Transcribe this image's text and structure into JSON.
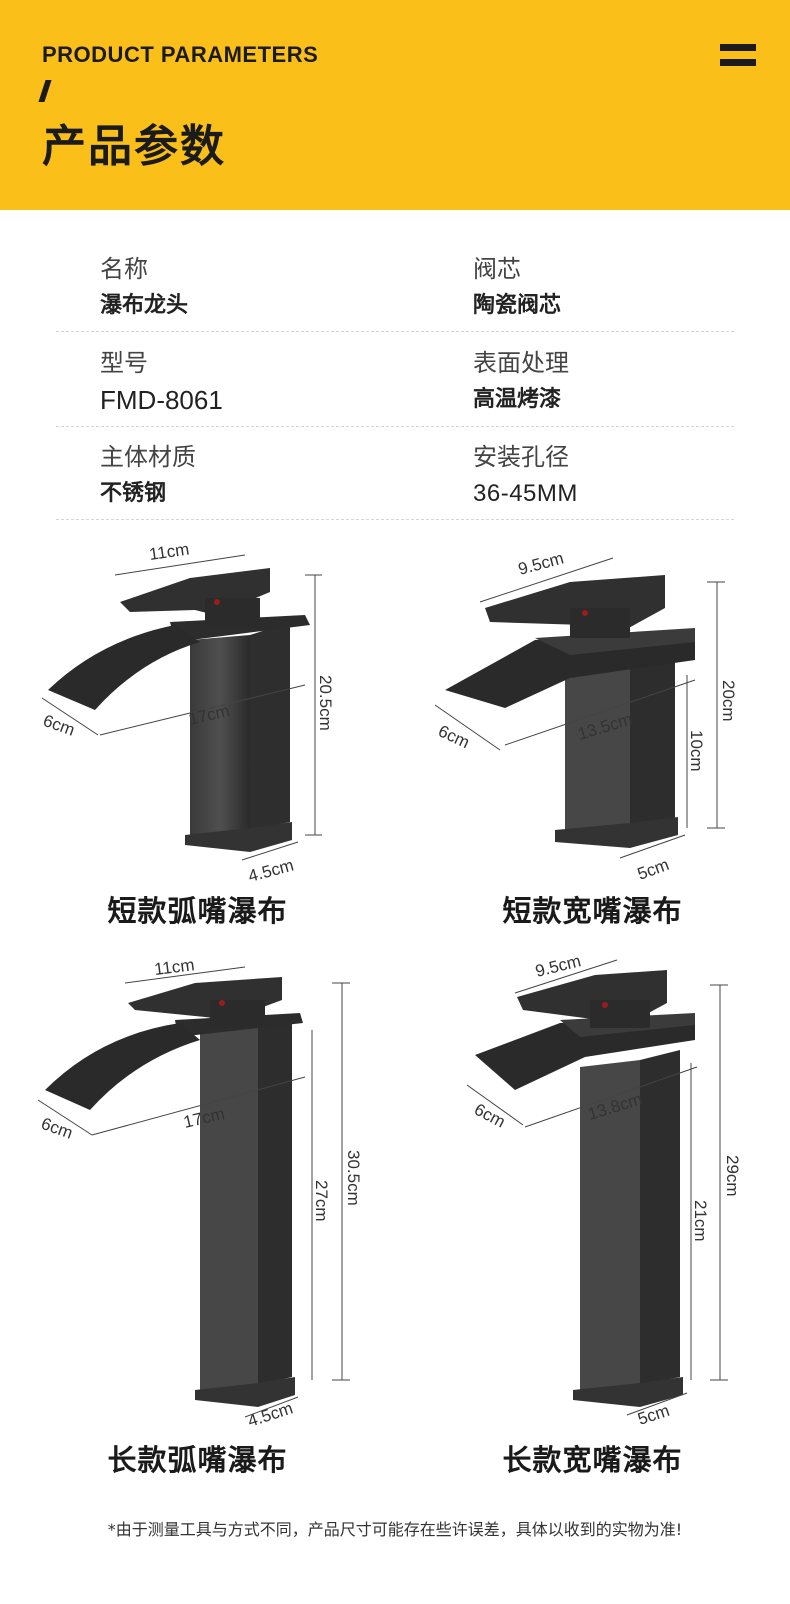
{
  "header": {
    "eyebrow": "PRODUCT PARAMETERS",
    "title": "产品参数",
    "accent_color": "#fbbf1a"
  },
  "params": [
    {
      "label": "名称",
      "value": "瀑布龙头"
    },
    {
      "label": "阀芯",
      "value": "陶瓷阀芯"
    },
    {
      "label": "型号",
      "value": "FMD-8061"
    },
    {
      "label": "表面处理",
      "value": "高温烤漆"
    },
    {
      "label": "主体材质",
      "value": "不锈钢"
    },
    {
      "label": "安装孔径",
      "value": "36-45MM"
    }
  ],
  "products": [
    {
      "caption": "短款弧嘴瀑布",
      "dims": {
        "handle": "11cm",
        "spout_width": "6cm",
        "spout_length": "17cm",
        "height": "20.5cm",
        "base": "4.5cm"
      }
    },
    {
      "caption": "短款宽嘴瀑布",
      "dims": {
        "handle": "9.5cm",
        "spout_width": "6cm",
        "spout_length": "13.5cm",
        "height": "20cm",
        "body": "10cm",
        "base": "5cm"
      }
    },
    {
      "caption": "长款弧嘴瀑布",
      "dims": {
        "handle": "11cm",
        "spout_width": "6cm",
        "spout_length": "17cm",
        "height": "30.5cm",
        "body": "27cm",
        "base": "4.5cm"
      }
    },
    {
      "caption": "长款宽嘴瀑布",
      "dims": {
        "handle": "9.5cm",
        "spout_width": "6cm",
        "spout_length": "13.8cm",
        "height": "29cm",
        "body": "21cm",
        "base": "5cm"
      }
    }
  ],
  "footnote": "*由于测量工具与方式不同，产品尺寸可能存在些许误差，具体以收到的实物为准!"
}
